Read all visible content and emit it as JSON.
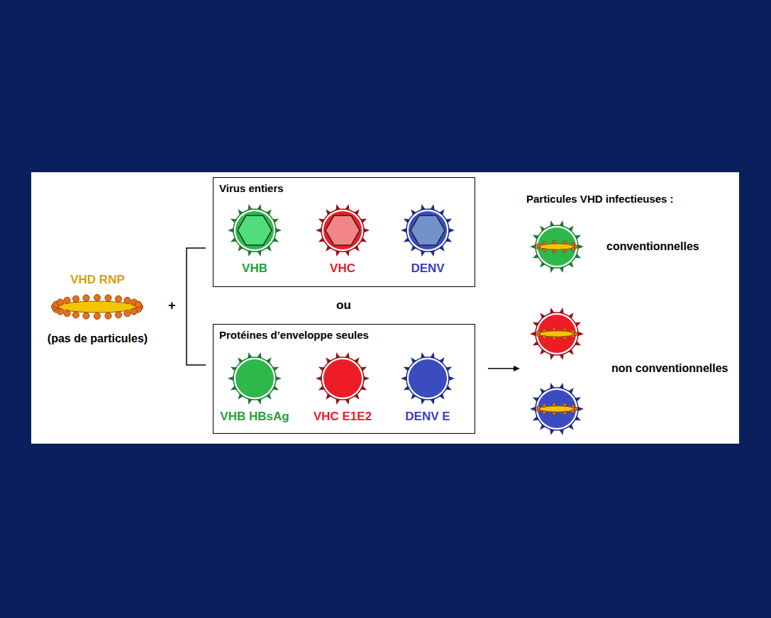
{
  "diagram": {
    "nodes": [
      {
        "text": [
          "VHD RNP",
          "(pas de particules)"
        ]
      },
      {
        "text": [
          "Virus entiers"
        ]
      },
      {
        "text": [
          "VHB"
        ],
        "in": 1
      },
      {
        "text": [
          "VHC"
        ],
        "in": 1
      },
      {
        "text": [
          "DENV"
        ],
        "in": 1
      },
      {
        "text": [
          "Protéines d’enveloppe seules"
        ]
      },
      {
        "text": [
          "VHB HBsAg"
        ],
        "in": 5
      },
      {
        "text": [
          "VHC E1E2"
        ],
        "in": 5
      },
      {
        "text": [
          "DENV E"
        ],
        "in": 5
      }
    ],
    "labels": [
      "+",
      "ou",
      "Particules VHD infectieuses :",
      "conventionnelles",
      "non conventionnelles"
    ]
  }
}
